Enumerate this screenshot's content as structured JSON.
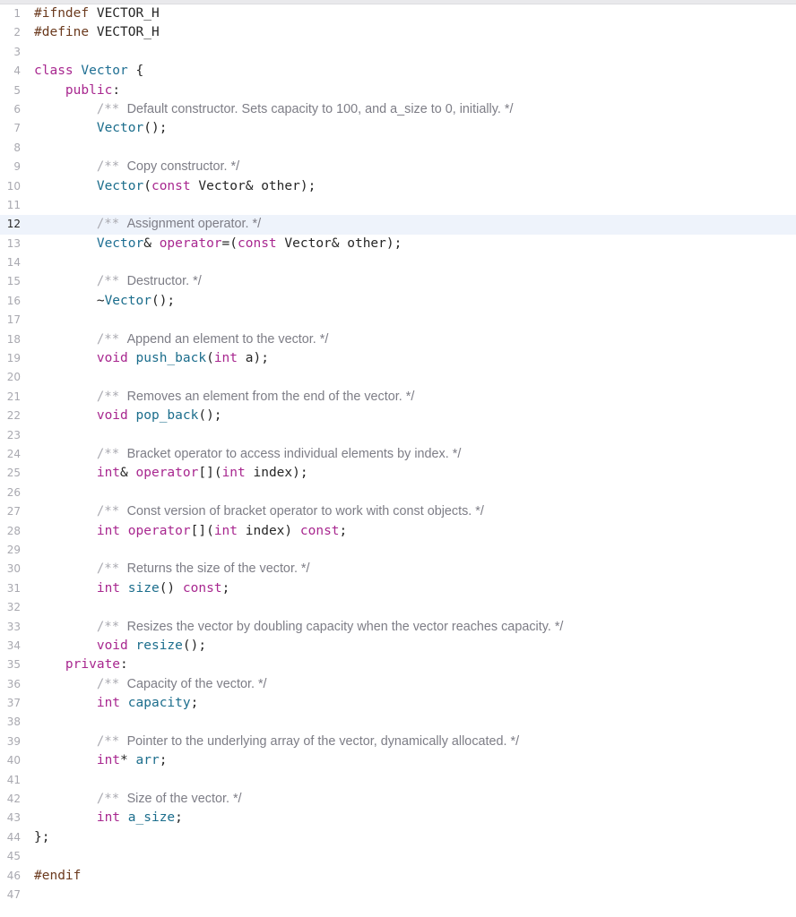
{
  "colors": {
    "keyword": "#a8278f",
    "preprocessor": "#6b3a1e",
    "type": "#1f6f93",
    "function": "#1b6d8c",
    "comment": "#7d7d86",
    "current_line": "#eef3fb"
  },
  "editor": {
    "current_line": 12,
    "lines": [
      {
        "n": "1",
        "tokens": [
          {
            "t": "#ifndef",
            "c": "pp"
          },
          {
            "t": " VECTOR_H",
            "c": "pl"
          }
        ]
      },
      {
        "n": "2",
        "tokens": [
          {
            "t": "#define",
            "c": "pp"
          },
          {
            "t": " VECTOR_H",
            "c": "pl"
          }
        ]
      },
      {
        "n": "3",
        "tokens": []
      },
      {
        "n": "4",
        "tokens": [
          {
            "t": "class",
            "c": "kw"
          },
          {
            "t": " ",
            "c": "pl"
          },
          {
            "t": "Vector",
            "c": "ty"
          },
          {
            "t": " {",
            "c": "pl"
          }
        ]
      },
      {
        "n": "5",
        "tokens": [
          {
            "t": "    ",
            "c": "pl"
          },
          {
            "t": "public",
            "c": "kw"
          },
          {
            "t": ":",
            "c": "pl"
          }
        ]
      },
      {
        "n": "6",
        "tokens": [
          {
            "t": "        ",
            "c": "pl"
          },
          {
            "t": "/** ",
            "c": "cs"
          },
          {
            "t": "Default constructor. Sets capacity to 100, and a_size to 0, initially. */",
            "c": "cm"
          }
        ]
      },
      {
        "n": "7",
        "tokens": [
          {
            "t": "        ",
            "c": "pl"
          },
          {
            "t": "Vector",
            "c": "fn"
          },
          {
            "t": "();",
            "c": "pl"
          }
        ]
      },
      {
        "n": "8",
        "tokens": []
      },
      {
        "n": "9",
        "tokens": [
          {
            "t": "        ",
            "c": "pl"
          },
          {
            "t": "/** ",
            "c": "cs"
          },
          {
            "t": "Copy constructor. */",
            "c": "cm"
          }
        ]
      },
      {
        "n": "10",
        "tokens": [
          {
            "t": "        ",
            "c": "pl"
          },
          {
            "t": "Vector",
            "c": "fn"
          },
          {
            "t": "(",
            "c": "pl"
          },
          {
            "t": "const",
            "c": "kw"
          },
          {
            "t": " Vector& other);",
            "c": "pl"
          }
        ]
      },
      {
        "n": "11",
        "tokens": []
      },
      {
        "n": "12",
        "tokens": [
          {
            "t": "        ",
            "c": "pl"
          },
          {
            "t": "/** ",
            "c": "cs"
          },
          {
            "t": "Assignment operator. */",
            "c": "cm"
          }
        ]
      },
      {
        "n": "13",
        "tokens": [
          {
            "t": "        ",
            "c": "pl"
          },
          {
            "t": "Vector",
            "c": "ty"
          },
          {
            "t": "& ",
            "c": "pl"
          },
          {
            "t": "operator",
            "c": "kw"
          },
          {
            "t": "=(",
            "c": "pl"
          },
          {
            "t": "const",
            "c": "kw"
          },
          {
            "t": " Vector& other);",
            "c": "pl"
          }
        ]
      },
      {
        "n": "14",
        "tokens": []
      },
      {
        "n": "15",
        "tokens": [
          {
            "t": "        ",
            "c": "pl"
          },
          {
            "t": "/** ",
            "c": "cs"
          },
          {
            "t": "Destructor. */",
            "c": "cm"
          }
        ]
      },
      {
        "n": "16",
        "tokens": [
          {
            "t": "        ~",
            "c": "pl"
          },
          {
            "t": "Vector",
            "c": "fn"
          },
          {
            "t": "();",
            "c": "pl"
          }
        ]
      },
      {
        "n": "17",
        "tokens": []
      },
      {
        "n": "18",
        "tokens": [
          {
            "t": "        ",
            "c": "pl"
          },
          {
            "t": "/** ",
            "c": "cs"
          },
          {
            "t": "Append an element to the vector. */",
            "c": "cm"
          }
        ]
      },
      {
        "n": "19",
        "tokens": [
          {
            "t": "        ",
            "c": "pl"
          },
          {
            "t": "void",
            "c": "kw"
          },
          {
            "t": " ",
            "c": "pl"
          },
          {
            "t": "push_back",
            "c": "fn"
          },
          {
            "t": "(",
            "c": "pl"
          },
          {
            "t": "int",
            "c": "kw"
          },
          {
            "t": " a);",
            "c": "pl"
          }
        ]
      },
      {
        "n": "20",
        "tokens": []
      },
      {
        "n": "21",
        "tokens": [
          {
            "t": "        ",
            "c": "pl"
          },
          {
            "t": "/** ",
            "c": "cs"
          },
          {
            "t": "Removes an element from the end of the vector. */",
            "c": "cm"
          }
        ]
      },
      {
        "n": "22",
        "tokens": [
          {
            "t": "        ",
            "c": "pl"
          },
          {
            "t": "void",
            "c": "kw"
          },
          {
            "t": " ",
            "c": "pl"
          },
          {
            "t": "pop_back",
            "c": "fn"
          },
          {
            "t": "();",
            "c": "pl"
          }
        ]
      },
      {
        "n": "23",
        "tokens": []
      },
      {
        "n": "24",
        "tokens": [
          {
            "t": "        ",
            "c": "pl"
          },
          {
            "t": "/** ",
            "c": "cs"
          },
          {
            "t": "Bracket operator to access individual elements by index. */",
            "c": "cm"
          }
        ]
      },
      {
        "n": "25",
        "tokens": [
          {
            "t": "        ",
            "c": "pl"
          },
          {
            "t": "int",
            "c": "kw"
          },
          {
            "t": "& ",
            "c": "pl"
          },
          {
            "t": "operator",
            "c": "kw"
          },
          {
            "t": "[](",
            "c": "pl"
          },
          {
            "t": "int",
            "c": "kw"
          },
          {
            "t": " index);",
            "c": "pl"
          }
        ]
      },
      {
        "n": "26",
        "tokens": []
      },
      {
        "n": "27",
        "tokens": [
          {
            "t": "        ",
            "c": "pl"
          },
          {
            "t": "/** ",
            "c": "cs"
          },
          {
            "t": "Const version of bracket operator to work with const objects. */",
            "c": "cm"
          }
        ]
      },
      {
        "n": "28",
        "tokens": [
          {
            "t": "        ",
            "c": "pl"
          },
          {
            "t": "int",
            "c": "kw"
          },
          {
            "t": " ",
            "c": "pl"
          },
          {
            "t": "operator",
            "c": "kw"
          },
          {
            "t": "[](",
            "c": "pl"
          },
          {
            "t": "int",
            "c": "kw"
          },
          {
            "t": " index) ",
            "c": "pl"
          },
          {
            "t": "const",
            "c": "kw"
          },
          {
            "t": ";",
            "c": "pl"
          }
        ]
      },
      {
        "n": "29",
        "tokens": []
      },
      {
        "n": "30",
        "tokens": [
          {
            "t": "        ",
            "c": "pl"
          },
          {
            "t": "/** ",
            "c": "cs"
          },
          {
            "t": "Returns the size of the vector. */",
            "c": "cm"
          }
        ]
      },
      {
        "n": "31",
        "tokens": [
          {
            "t": "        ",
            "c": "pl"
          },
          {
            "t": "int",
            "c": "kw"
          },
          {
            "t": " ",
            "c": "pl"
          },
          {
            "t": "size",
            "c": "fn"
          },
          {
            "t": "() ",
            "c": "pl"
          },
          {
            "t": "const",
            "c": "kw"
          },
          {
            "t": ";",
            "c": "pl"
          }
        ]
      },
      {
        "n": "32",
        "tokens": []
      },
      {
        "n": "33",
        "tokens": [
          {
            "t": "        ",
            "c": "pl"
          },
          {
            "t": "/** ",
            "c": "cs"
          },
          {
            "t": "Resizes the vector by doubling capacity when the vector reaches capacity. */",
            "c": "cm"
          }
        ]
      },
      {
        "n": "34",
        "tokens": [
          {
            "t": "        ",
            "c": "pl"
          },
          {
            "t": "void",
            "c": "kw"
          },
          {
            "t": " ",
            "c": "pl"
          },
          {
            "t": "resize",
            "c": "fn"
          },
          {
            "t": "();",
            "c": "pl"
          }
        ]
      },
      {
        "n": "35",
        "tokens": [
          {
            "t": "    ",
            "c": "pl"
          },
          {
            "t": "private",
            "c": "kw"
          },
          {
            "t": ":",
            "c": "pl"
          }
        ]
      },
      {
        "n": "36",
        "tokens": [
          {
            "t": "        ",
            "c": "pl"
          },
          {
            "t": "/** ",
            "c": "cs"
          },
          {
            "t": "Capacity of the vector. */",
            "c": "cm"
          }
        ]
      },
      {
        "n": "37",
        "tokens": [
          {
            "t": "        ",
            "c": "pl"
          },
          {
            "t": "int",
            "c": "kw"
          },
          {
            "t": " ",
            "c": "pl"
          },
          {
            "t": "capacity",
            "c": "fn"
          },
          {
            "t": ";",
            "c": "pl"
          }
        ]
      },
      {
        "n": "38",
        "tokens": []
      },
      {
        "n": "39",
        "tokens": [
          {
            "t": "        ",
            "c": "pl"
          },
          {
            "t": "/** ",
            "c": "cs"
          },
          {
            "t": "Pointer to the underlying array of the vector, dynamically allocated. */",
            "c": "cm"
          }
        ]
      },
      {
        "n": "40",
        "tokens": [
          {
            "t": "        ",
            "c": "pl"
          },
          {
            "t": "int",
            "c": "kw"
          },
          {
            "t": "* ",
            "c": "pl"
          },
          {
            "t": "arr",
            "c": "fn"
          },
          {
            "t": ";",
            "c": "pl"
          }
        ]
      },
      {
        "n": "41",
        "tokens": []
      },
      {
        "n": "42",
        "tokens": [
          {
            "t": "        ",
            "c": "pl"
          },
          {
            "t": "/** ",
            "c": "cs"
          },
          {
            "t": "Size of the vector. */",
            "c": "cm"
          }
        ]
      },
      {
        "n": "43",
        "tokens": [
          {
            "t": "        ",
            "c": "pl"
          },
          {
            "t": "int",
            "c": "kw"
          },
          {
            "t": " ",
            "c": "pl"
          },
          {
            "t": "a_size",
            "c": "fn"
          },
          {
            "t": ";",
            "c": "pl"
          }
        ]
      },
      {
        "n": "44",
        "tokens": [
          {
            "t": "};",
            "c": "pl"
          }
        ]
      },
      {
        "n": "45",
        "tokens": []
      },
      {
        "n": "46",
        "tokens": [
          {
            "t": "#endif",
            "c": "pp"
          }
        ]
      },
      {
        "n": "47",
        "tokens": []
      }
    ]
  }
}
